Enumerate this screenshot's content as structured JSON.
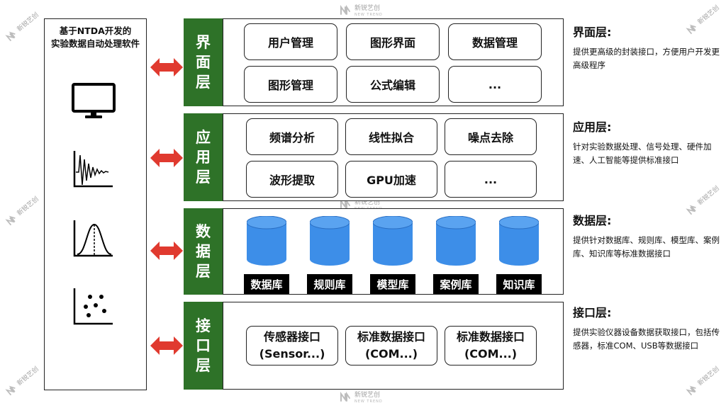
{
  "left_panel": {
    "title_line1": "基于NTDA开发的",
    "title_line2": "实验数据自动处理软件",
    "icons": [
      "monitor-icon",
      "waveform-chart-icon",
      "distribution-chart-icon",
      "scatter-chart-icon"
    ]
  },
  "layers": [
    {
      "label": "界面层",
      "modules": [
        "用户管理",
        "图形界面",
        "数据管理",
        "图形管理",
        "公式编辑",
        "..."
      ],
      "desc_title": "界面层:",
      "desc_text": "提供更高级的封装接口，方便用户开发更高级程序"
    },
    {
      "label": "应用层",
      "modules": [
        "频谱分析",
        "线性拟合",
        "噪点去除",
        "波形提取",
        "GPU加速",
        "..."
      ],
      "desc_title": "应用层:",
      "desc_text": "针对实验数据处理、信号处理、硬件加速、人工智能等提供标准接口"
    },
    {
      "label": "数据层",
      "databases": [
        "数据库",
        "规则库",
        "模型库",
        "案例库",
        "知识库"
      ],
      "desc_title": "数据层:",
      "desc_text": "提供针对数据库、规则库、模型库、案例库、知识库等标准数据接口"
    },
    {
      "label": "接口层",
      "modules": [
        {
          "line1": "传感器接口",
          "line2": "(Sensor...)"
        },
        {
          "line1": "标准数据接口",
          "line2": "(COM...)"
        },
        {
          "line1": "标准数据接口",
          "line2": "(COM...)"
        }
      ],
      "desc_title": "接口层:",
      "desc_text": "提供实验仪器设备数据获取接口，包括传感器，标准COM、USB等数据接口"
    }
  ],
  "watermark": {
    "text": "新锐艺创",
    "sub": "NEW TREND"
  },
  "colors": {
    "layer_green": "#2e7228",
    "arrow_red": "#e03a2f",
    "db_blue": "#3d8ee8"
  }
}
